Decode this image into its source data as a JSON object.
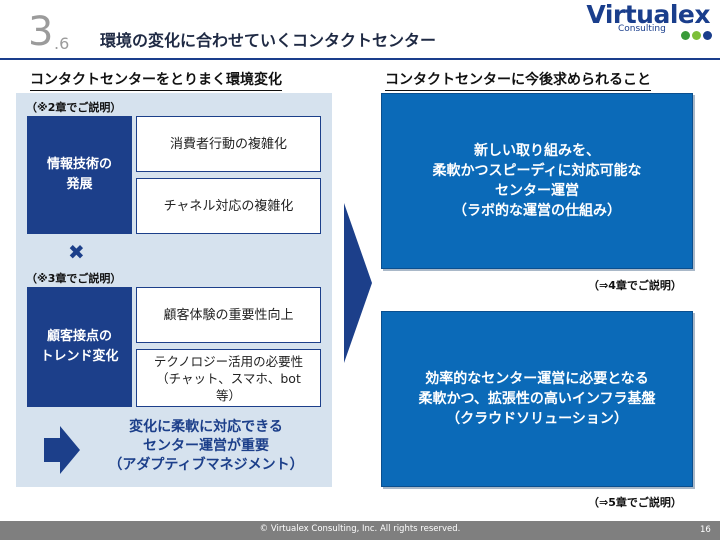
{
  "header": {
    "section_number": "3",
    "section_sub": ".6",
    "title": "環境の変化に合わせていくコンタクトセンター",
    "logo": "Virtualex",
    "logo_sub": "Consulting",
    "logo_dot_colors": [
      "#3a9a3a",
      "#7dbf3a",
      "#1a3e8c",
      "#1a3e8c"
    ]
  },
  "left": {
    "heading": "コンタクトセンターをとりまく環境変化",
    "note_top": "（※2章でご説明）",
    "factor1": "情報技術の\n発展",
    "effect1a": "消費者行動の複雑化",
    "effect1b": "チャネル対応の複雑化",
    "cross": "✖",
    "note_mid": "（※3章でご説明）",
    "factor2": "顧客接点の\nトレンド変化",
    "effect2a": "顧客体験の重要性向上",
    "effect2b": "テクノロジー活用の必要性\n（チャット、スマホ、bot\n等）",
    "conclusion": "変化に柔軟に対応できる\nセンター運営が重要\n（アダプティブマネジメント）"
  },
  "right": {
    "heading": "コンタクトセンターに今後求められること",
    "box1": "新しい取り組みを、\n柔軟かつスピーディに対応可能な\nセンター運営\n（ラボ的な運営の仕組み）",
    "ref1": "（⇒4章でご説明）",
    "box2": "効率的なセンター運営に必要となる\n柔軟かつ、拡張性の高いインフラ基盤\n（クラウドソリューション）",
    "ref2": "（⇒5章でご説明）"
  },
  "footer": {
    "copyright": "© Virtualex Consulting, Inc. All rights reserved.",
    "page": "16"
  },
  "colors": {
    "navy": "#1c3f8a",
    "blue": "#0b6ab8",
    "panel": "#d6e2ee",
    "footer": "#7f7f7f"
  }
}
